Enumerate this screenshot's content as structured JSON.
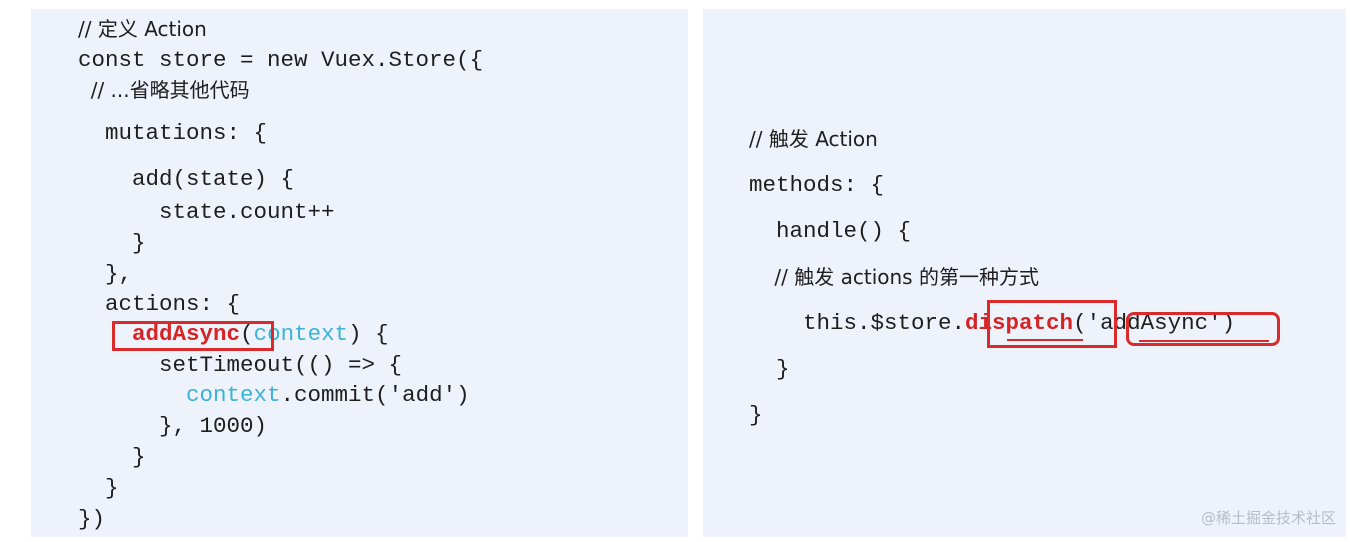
{
  "left_code": {
    "lines": [
      {
        "text": "// 定义 Action"
      },
      {
        "text": "const store = new Vuex.Store({"
      },
      {
        "text": "  // ...省略其他代码"
      },
      {
        "text": "  mutations: {"
      },
      {
        "text": "    add(state) {"
      },
      {
        "text": "      state.count++"
      },
      {
        "text": "    }"
      },
      {
        "text": "  },"
      },
      {
        "text": "  actions: {"
      },
      {
        "pre": "    ",
        "kw": "addAsync",
        "mid": "(",
        "ctx": "context",
        "post": ") {"
      },
      {
        "text": "      setTimeout(() => {"
      },
      {
        "pre": "        ",
        "ctx": "context",
        "post": ".commit('add')"
      },
      {
        "text": "      }, 1000)"
      },
      {
        "text": "    }"
      },
      {
        "text": "  }"
      },
      {
        "text": "})"
      }
    ]
  },
  "right_code": {
    "lines": [
      {
        "text": "// 触发 Action"
      },
      {
        "text": "methods: {"
      },
      {
        "text": "  handle() {"
      },
      {
        "text": "    // 触发 actions 的第一种方式"
      },
      {
        "pre": "    this.$store.",
        "kw": "dispatch",
        "mid": "(",
        "str": "'addAsync'",
        "post": ")"
      },
      {
        "text": "  }"
      },
      {
        "text": "}"
      }
    ]
  },
  "watermark": "@稀土掘金技术社区",
  "colors": {
    "panel_bg": "#eef2fb",
    "code_text": "#1e1e1e",
    "context_blue": "#3ab3d6",
    "keyword_red": "#d62424",
    "highlight_box": "#d92b2b"
  }
}
